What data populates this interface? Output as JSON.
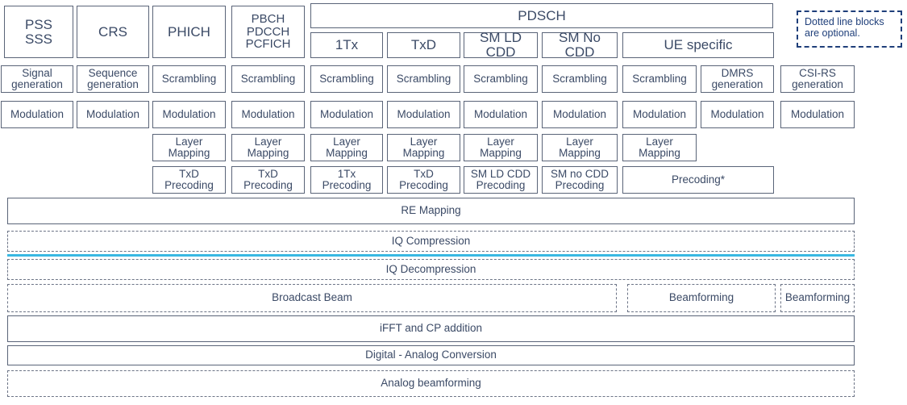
{
  "top": {
    "pss": [
      "PSS",
      "SSS"
    ],
    "crs": "CRS",
    "phich": "PHICH",
    "pbch": [
      "PBCH",
      "PDCCH",
      "PCFICH"
    ],
    "pdsch": "PDSCH",
    "pdsch_sub": [
      "1Tx",
      "TxD",
      "SM LD CDD",
      "SM No CDD",
      "UE specific"
    ]
  },
  "legend": [
    "Dotted line blocks",
    "are optional."
  ],
  "row_gen": {
    "signal": [
      "Signal",
      "generation"
    ],
    "sequence": [
      "Sequence",
      "generation"
    ],
    "scrambling": "Scrambling",
    "dmrs": [
      "DMRS",
      "generation"
    ],
    "csirs": [
      "CSI-RS",
      "generation"
    ]
  },
  "modulation": "Modulation",
  "layer_mapping": [
    "Layer",
    "Mapping"
  ],
  "precoding": {
    "txd": [
      "TxD",
      "Precoding"
    ],
    "onetx": [
      "1Tx",
      "Precoding"
    ],
    "sm_ld_cdd": [
      "SM LD CDD",
      "Precoding"
    ],
    "sm_no_cdd": [
      "SM no CDD",
      "Precoding"
    ],
    "ue": "Precoding*"
  },
  "wide": {
    "re_mapping": "RE Mapping",
    "iq_compression": "IQ Compression",
    "iq_decompression": "IQ Decompression",
    "broadcast_beam": "Broadcast Beam",
    "beamforming": "Beamforming",
    "ifft": "iFFT and CP addition",
    "dac": "Digital - Analog Conversion",
    "analog_bf": "Analog beamforming"
  },
  "colors": {
    "divider": "#39b8e2",
    "legend": "#1f3f7a",
    "text": "#3b4a66"
  }
}
